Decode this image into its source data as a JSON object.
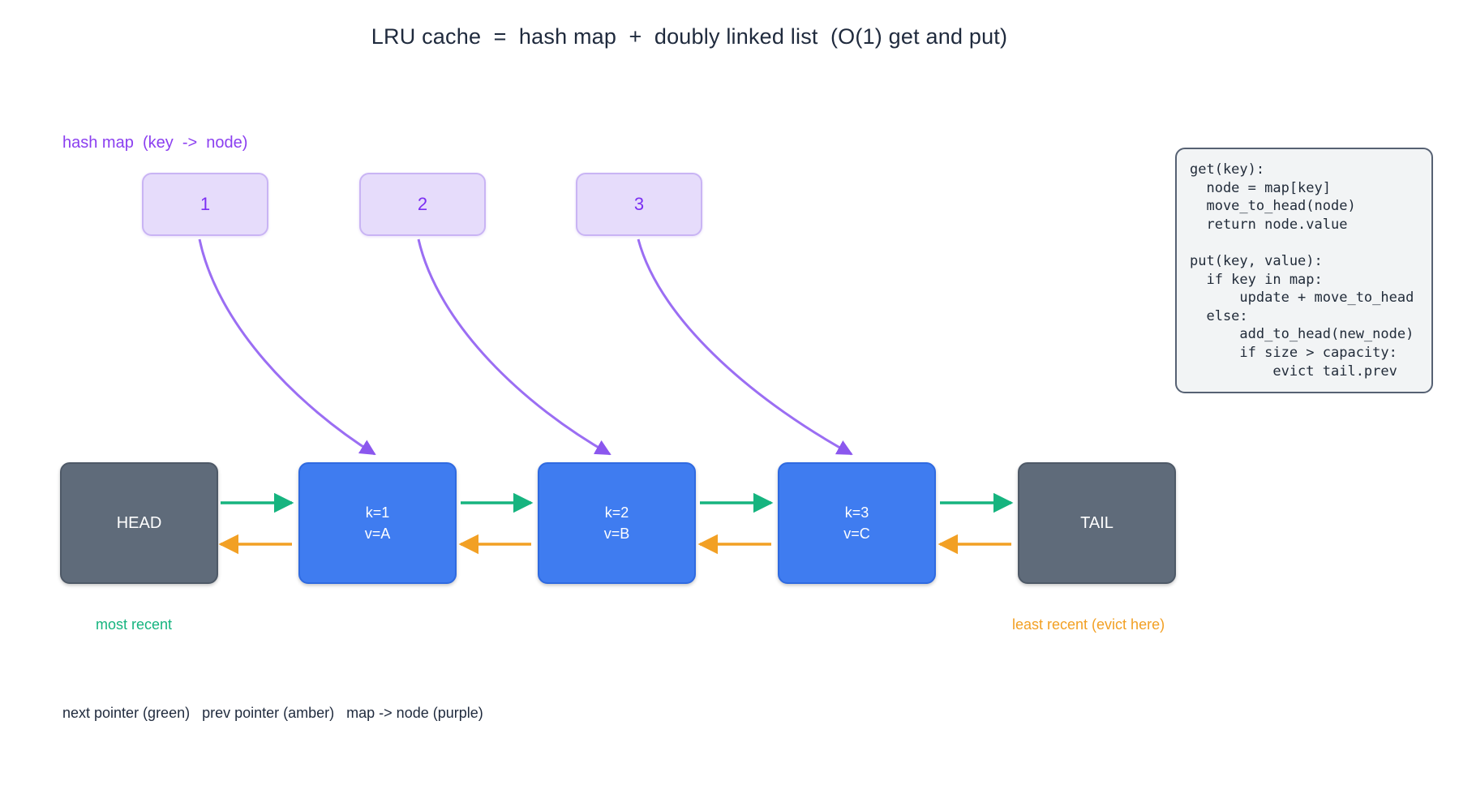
{
  "title": "LRU cache  =  hash map  +  doubly linked list  (O(1) get and put)",
  "hash_map": {
    "label": "hash map  (key  ->  node)",
    "keys": [
      {
        "label": "1"
      },
      {
        "label": "2"
      },
      {
        "label": "3"
      }
    ]
  },
  "linked_list": {
    "head_label": "HEAD",
    "tail_label": "TAIL",
    "nodes": [
      {
        "key_line": "k=1",
        "value_line": "v=A"
      },
      {
        "key_line": "k=2",
        "value_line": "v=B"
      },
      {
        "key_line": "k=3",
        "value_line": "v=C"
      }
    ],
    "most_recent_caption": "most recent",
    "least_recent_caption": "least recent (evict here)"
  },
  "legend": "next pointer (green)   prev pointer (amber)   map -> node (purple)",
  "code_panel": {
    "text": "get(key):\n  node = map[key]\n  move_to_head(node)\n  return node.value\n\nput(key, value):\n  if key in map:\n      update + move_to_head\n  else:\n      add_to_head(new_node)\n      if size > capacity:\n          evict tail.prev"
  },
  "colors": {
    "next_pointer_green": "#16b47f",
    "prev_pointer_amber": "#f2a024",
    "map_pointer_purple": "#9b6ef3",
    "node_blue": "#3f7cf0",
    "sentinel_gray": "#5f6b7a",
    "hash_lavender": "#e6dcfb",
    "text_navy": "#1f2a3d"
  }
}
